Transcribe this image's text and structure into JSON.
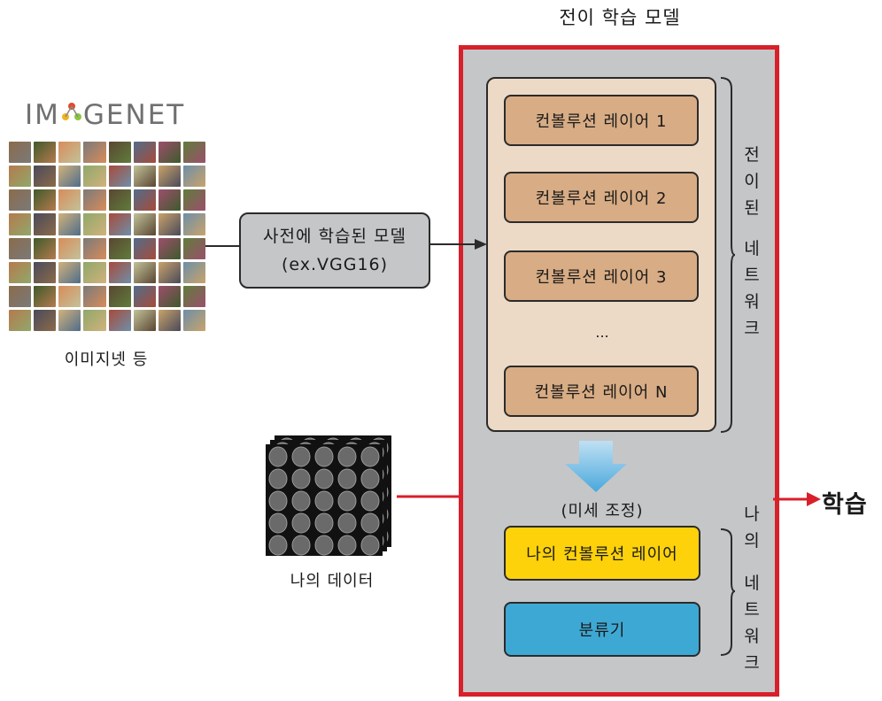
{
  "title": "전이 학습 모델",
  "imagenet": {
    "logo": "IMAGENET",
    "caption": "이미지넷 등"
  },
  "pretrained_model": {
    "line1": "사전에 학습된 모델",
    "line2": "(ex.VGG16)"
  },
  "layers": [
    "컨볼루션 레이어 1",
    "컨볼루션 레이어 2",
    "컨볼루션 레이어 3",
    "컨볼루션 레이어 N"
  ],
  "ellipsis": "...",
  "pretrained_label": [
    "전",
    "이",
    "된",
    "",
    "네",
    "트",
    "워",
    "크"
  ],
  "fine_tune": "(미세 조정)",
  "my_layer": "나의 컨볼루션 레이어",
  "classifier": "분류기",
  "my_network_label": [
    "나",
    "의",
    "",
    "네",
    "트",
    "워",
    "크"
  ],
  "my_data_caption": "나의 데이터",
  "learn": "학습",
  "colors": {
    "frame": "#d8202a",
    "frame_fill": "#c5c6c8",
    "pretrained_fill": "#ecdac6",
    "layer_fill": "#d8ac84",
    "my_layer_fill": "#fdd20a",
    "classifier_fill": "#3ea8d4",
    "arrow_gradient_top": "#bfe0f3",
    "arrow_gradient_bottom": "#4aa8dc"
  }
}
